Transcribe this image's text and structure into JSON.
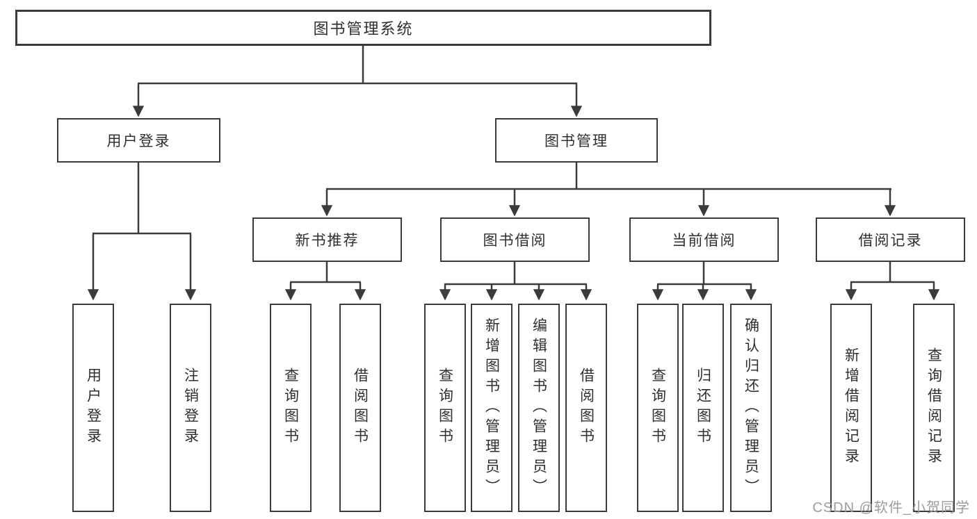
{
  "diagram": {
    "tree": {
      "root": "图书管理系统",
      "branches": [
        {
          "label": "用户登录",
          "children": [
            "用户登录",
            "注销登录"
          ]
        },
        {
          "label": "图书管理",
          "groups": [
            {
              "label": "新书推荐",
              "children": [
                "查询图书",
                "借阅图书"
              ]
            },
            {
              "label": "图书借阅",
              "children": [
                "查询图书",
                "新增图书（管理员）",
                "编辑图书（管理员）",
                "借阅图书"
              ]
            },
            {
              "label": "当前借阅",
              "children": [
                "查询图书",
                "归还图书",
                "确认归还（管理员）"
              ]
            },
            {
              "label": "借阅记录",
              "children": [
                "新增借阅记录",
                "查询借阅记录"
              ]
            }
          ]
        }
      ]
    },
    "colors": {
      "line": "#3b3b3b",
      "text": "#2f2f2f",
      "box_background": "#ffffff",
      "page_background": "#ffffff",
      "watermark": "#9c9c9c"
    }
  },
  "watermark": "CSDN @软件_小贺同学"
}
